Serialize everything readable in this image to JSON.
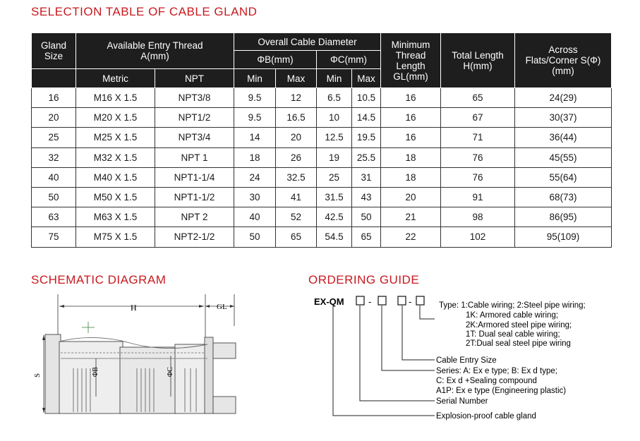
{
  "titles": {
    "selection": "SELECTION TABLE OF CABLE GLAND",
    "schematic": "SCHEMATIC DIAGRAM",
    "ordering": "ORDERING GUIDE"
  },
  "table": {
    "head": {
      "gland_size": "Gland Size",
      "entry_thread": "Available Entry Thread A(mm)",
      "metric": "Metric",
      "npt": "NPT",
      "overall_diameter": "Overall Cable Diameter",
      "phi_b": "ΦB(mm)",
      "phi_c": "ΦC(mm)",
      "min": "Min",
      "max": "Max",
      "min_thread": "Minimum Thread Length GL(mm)",
      "total_length": "Total Length H(mm)",
      "across_flats": "Across Flats/Corner S(Φ) (mm)"
    },
    "rows": [
      [
        "16",
        "M16 X 1.5",
        "NPT3/8",
        "9.5",
        "12",
        "6.5",
        "10.5",
        "16",
        "65",
        "24(29)"
      ],
      [
        "20",
        "M20 X 1.5",
        "NPT1/2",
        "9.5",
        "16.5",
        "10",
        "14.5",
        "16",
        "67",
        "30(37)"
      ],
      [
        "25",
        "M25 X 1.5",
        "NPT3/4",
        "14",
        "20",
        "12.5",
        "19.5",
        "16",
        "71",
        "36(44)"
      ],
      [
        "32",
        "M32 X 1.5",
        "NPT 1",
        "18",
        "26",
        "19",
        "25.5",
        "18",
        "76",
        "45(55)"
      ],
      [
        "40",
        "M40 X 1.5",
        "NPT1-1/4",
        "24",
        "32.5",
        "25",
        "31",
        "18",
        "76",
        "55(64)"
      ],
      [
        "50",
        "M50 X 1.5",
        "NPT1-1/2",
        "30",
        "41",
        "31.5",
        "43",
        "20",
        "91",
        "68(73)"
      ],
      [
        "63",
        "M63 X 1.5",
        "NPT 2",
        "40",
        "52",
        "42.5",
        "50",
        "21",
        "98",
        "86(95)"
      ],
      [
        "75",
        "M75 X 1.5",
        "NPT2-1/2",
        "50",
        "65",
        "54.5",
        "65",
        "22",
        "102",
        "95(109)"
      ]
    ]
  },
  "diagram": {
    "label_h": "H",
    "label_gl": "GL",
    "label_s": "S",
    "label_phi_b": "ΦB",
    "label_phi_c": "ΦC"
  },
  "ordering": {
    "code": "EX-QM",
    "type_lines": [
      "Type: 1:Cable wiring; 2:Steel pipe wiring;",
      "1K: Armored cable wiring;",
      "2K:Armored steel pipe wiring;",
      "1T: Dual seal cable wiring;",
      "2T:Dual seal steel pipe wiring"
    ],
    "entry_size": "Cable Entry Size",
    "series_lines": [
      "Series: A: Ex e type; B: Ex d type;",
      "C: Ex d +Sealing compound",
      "A1P: Ex e type (Engineering plastic)"
    ],
    "serial": "Serial Number",
    "product": "Explosion-proof cable gland"
  }
}
